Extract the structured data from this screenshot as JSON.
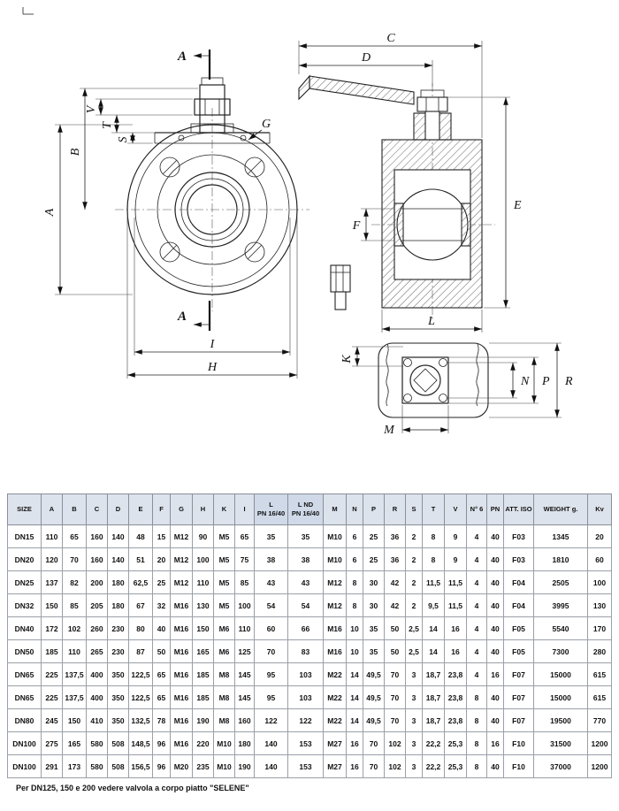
{
  "drawing": {
    "section_marker": "A",
    "dim_labels": {
      "A": "A",
      "B": "B",
      "C": "C",
      "D": "D",
      "E": "E",
      "F": "F",
      "G": "G",
      "H": "H",
      "I": "I",
      "K": "K",
      "L": "L",
      "M": "M",
      "N": "N",
      "P": "P",
      "R": "R",
      "S": "S",
      "T": "T",
      "V": "V"
    }
  },
  "table": {
    "headers": [
      "SIZE",
      "A",
      "B",
      "C",
      "D",
      "E",
      "F",
      "G",
      "H",
      "K",
      "I",
      "L\nPN 16/40",
      "L ND\nPN 16/40",
      "M",
      "N",
      "P",
      "R",
      "S",
      "T",
      "V",
      "N° 6",
      "PN",
      "ATT. ISO",
      "WEIGHT g.",
      "Kv"
    ],
    "rows": [
      [
        "DN15",
        "110",
        "65",
        "160",
        "140",
        "48",
        "15",
        "M12",
        "90",
        "M5",
        "65",
        "35",
        "35",
        "M10",
        "6",
        "25",
        "36",
        "2",
        "8",
        "9",
        "4",
        "40",
        "F03",
        "1345",
        "20"
      ],
      [
        "DN20",
        "120",
        "70",
        "160",
        "140",
        "51",
        "20",
        "M12",
        "100",
        "M5",
        "75",
        "38",
        "38",
        "M10",
        "6",
        "25",
        "36",
        "2",
        "8",
        "9",
        "4",
        "40",
        "F03",
        "1810",
        "60"
      ],
      [
        "DN25",
        "137",
        "82",
        "200",
        "180",
        "62,5",
        "25",
        "M12",
        "110",
        "M5",
        "85",
        "43",
        "43",
        "M12",
        "8",
        "30",
        "42",
        "2",
        "11,5",
        "11,5",
        "4",
        "40",
        "F04",
        "2505",
        "100"
      ],
      [
        "DN32",
        "150",
        "85",
        "205",
        "180",
        "67",
        "32",
        "M16",
        "130",
        "M5",
        "100",
        "54",
        "54",
        "M12",
        "8",
        "30",
        "42",
        "2",
        "9,5",
        "11,5",
        "4",
        "40",
        "F04",
        "3995",
        "130"
      ],
      [
        "DN40",
        "172",
        "102",
        "260",
        "230",
        "80",
        "40",
        "M16",
        "150",
        "M6",
        "110",
        "60",
        "66",
        "M16",
        "10",
        "35",
        "50",
        "2,5",
        "14",
        "16",
        "4",
        "40",
        "F05",
        "5540",
        "170"
      ],
      [
        "DN50",
        "185",
        "110",
        "265",
        "230",
        "87",
        "50",
        "M16",
        "165",
        "M6",
        "125",
        "70",
        "83",
        "M16",
        "10",
        "35",
        "50",
        "2,5",
        "14",
        "16",
        "4",
        "40",
        "F05",
        "7300",
        "280"
      ],
      [
        "DN65",
        "225",
        "137,5",
        "400",
        "350",
        "122,5",
        "65",
        "M16",
        "185",
        "M8",
        "145",
        "95",
        "103",
        "M22",
        "14",
        "49,5",
        "70",
        "3",
        "18,7",
        "23,8",
        "4",
        "16",
        "F07",
        "15000",
        "615"
      ],
      [
        "DN65",
        "225",
        "137,5",
        "400",
        "350",
        "122,5",
        "65",
        "M16",
        "185",
        "M8",
        "145",
        "95",
        "103",
        "M22",
        "14",
        "49,5",
        "70",
        "3",
        "18,7",
        "23,8",
        "8",
        "40",
        "F07",
        "15000",
        "615"
      ],
      [
        "DN80",
        "245",
        "150",
        "410",
        "350",
        "132,5",
        "78",
        "M16",
        "190",
        "M8",
        "160",
        "122",
        "122",
        "M22",
        "14",
        "49,5",
        "70",
        "3",
        "18,7",
        "23,8",
        "8",
        "40",
        "F07",
        "19500",
        "770"
      ],
      [
        "DN100",
        "275",
        "165",
        "580",
        "508",
        "148,5",
        "96",
        "M16",
        "220",
        "M10",
        "180",
        "140",
        "153",
        "M27",
        "16",
        "70",
        "102",
        "3",
        "22,2",
        "25,3",
        "8",
        "16",
        "F10",
        "31500",
        "1200"
      ],
      [
        "DN100",
        "291",
        "173",
        "580",
        "508",
        "156,5",
        "96",
        "M20",
        "235",
        "M10",
        "190",
        "140",
        "153",
        "M27",
        "16",
        "70",
        "102",
        "3",
        "22,2",
        "25,3",
        "8",
        "40",
        "F10",
        "37000",
        "1200"
      ]
    ]
  },
  "footer": {
    "note": "Per DN125, 150 e 200 vedere valvola a corpo piatto \"SELENE\""
  }
}
